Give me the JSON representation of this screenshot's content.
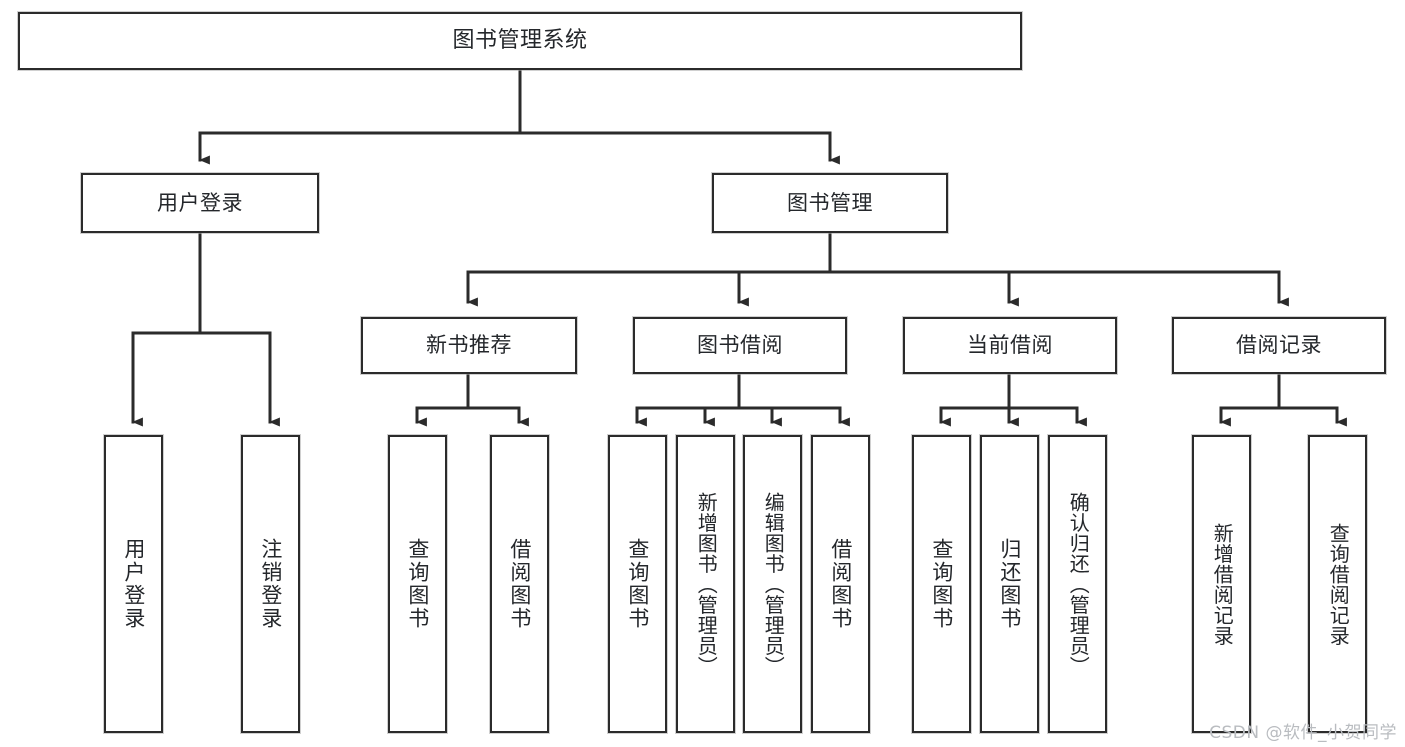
{
  "diagram": {
    "title": "图书管理系统",
    "type": "tree-hierarchy-chart",
    "watermark": "CSDN @软件_小贺同学",
    "colors": {
      "box_border": "#2b2b2b",
      "box_fill": "#ffffff",
      "connector": "#2b2b2b",
      "text": "#24272b",
      "watermark": "#b9bcc0",
      "background": "#ffffff"
    },
    "levels": {
      "root": "图书管理系统",
      "level2": [
        "用户登录",
        "图书管理"
      ],
      "level3": [
        "新书推荐",
        "图书借阅",
        "当前借阅",
        "借阅记录"
      ]
    },
    "nodes": {
      "root": "图书管理系统",
      "user_login": "用户登录",
      "book_manage": "图书管理",
      "new_book_rec": "新书推荐",
      "book_borrow": "图书借阅",
      "current_borrow": "当前借阅",
      "borrow_record": "借阅记录",
      "leaf_user_login": "用户登录",
      "leaf_logout": "注销登录",
      "leaf_query_book_1": "查询图书",
      "leaf_borrow_book_1": "借阅图书",
      "leaf_query_book_2": "查询图书",
      "leaf_add_book": "新增图书（管理员）",
      "leaf_edit_book": "编辑图书（管理员）",
      "leaf_borrow_book_2": "借阅图书",
      "leaf_query_book_3": "查询图书",
      "leaf_return_book": "归还图书",
      "leaf_confirm_return": "确认归还（管理员）",
      "leaf_add_record": "新增借阅记录",
      "leaf_query_record": "查询借阅记录"
    }
  }
}
